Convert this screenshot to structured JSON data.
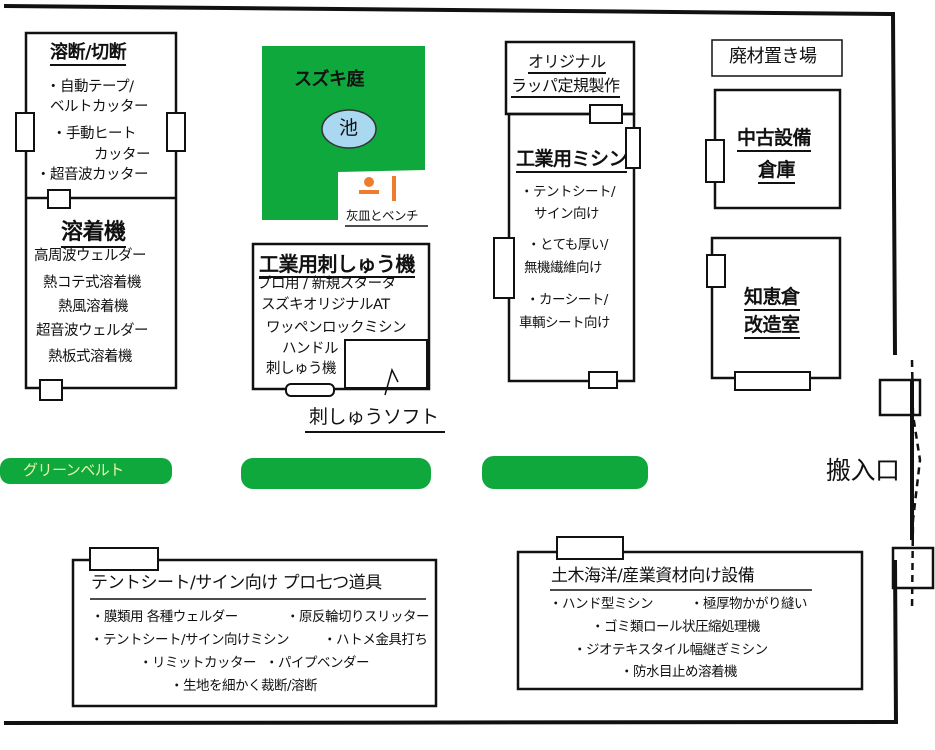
{
  "colors": {
    "green": "#0fa83c",
    "pond": "#a9d8f0",
    "orange": "#ee7b2e",
    "ink": "#111111"
  },
  "cutting": {
    "title": "溶断/切断",
    "items": [
      "・自動テープ/",
      "ベルトカッター",
      "・手動ヒート",
      "カッター",
      "・超音波カッター"
    ]
  },
  "welding": {
    "title": "溶着機",
    "items": [
      "高周波ウェルダー",
      "熱コテ式溶着機",
      "熱風溶着機",
      "超音波ウェルダー",
      "熱板式溶着機"
    ]
  },
  "garden": {
    "title": "スズキ庭",
    "pond": "池",
    "bench": "灰皿とベンチ"
  },
  "embroidery": {
    "title": "工業用刺しゅう機",
    "items": [
      "プロ用 / 新規スタータ",
      "スズキオリジナルAT",
      "ワッペンロックミシン",
      "ハンドル",
      "刺しゅう機"
    ],
    "software": "刺しゅうソフト"
  },
  "wrapper": {
    "line1": "オリジナル",
    "line2": "ラッパ定規製作"
  },
  "sewing": {
    "title": "工業用ミシン",
    "items": [
      "・テントシート/",
      "サイン向け",
      "・とても厚い/",
      "無機繊維向け",
      "・カーシート/",
      "車輌シート向け"
    ]
  },
  "waste": {
    "title": "廃材置き場"
  },
  "used_storage": {
    "line1": "中古設備",
    "line2": "倉庫"
  },
  "lab": {
    "line1": "知恵倉",
    "line2": "改造室"
  },
  "greenbelt": {
    "label": "グリーンベルト"
  },
  "entrance": {
    "label": "搬入口"
  },
  "tent_tools": {
    "title": "テントシート/サイン向け プロ七つ道具",
    "items": [
      "・膜類用 各種ウェルダー",
      "・原反輪切りスリッター",
      "・テントシート/サイン向けミシン",
      "・ハトメ金具打ち",
      "・リミットカッター",
      "・パイプベンダー",
      "・生地を細かく裁断/溶断"
    ]
  },
  "civil": {
    "title": "土木海洋/産業資材向け設備",
    "items": [
      "・ハンド型ミシン",
      "・極厚物かがり縫い",
      "・ゴミ類ロール状圧縮処理機",
      "・ジオテキスタイル幅継ぎミシン",
      "・防水目止め溶着機"
    ]
  }
}
